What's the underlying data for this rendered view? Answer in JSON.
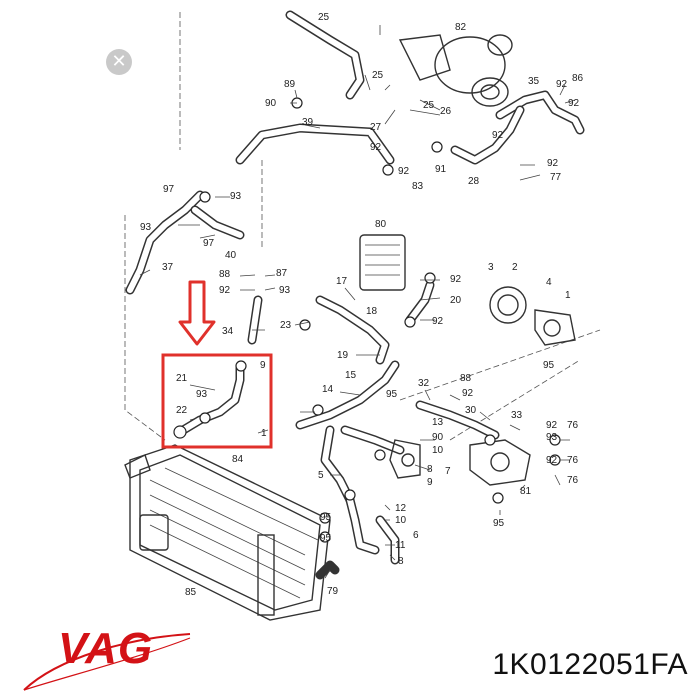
{
  "close_button": {
    "icon": "close-icon",
    "glyph": "✕"
  },
  "brand": {
    "logo_text": "VAG",
    "color": "#d31216"
  },
  "part_number": "1K0122051FA",
  "highlight": {
    "color": "#e0312b"
  },
  "labels": {
    "l25a": "25",
    "l82": "82",
    "l89": "89",
    "l90": "90",
    "l39": "39",
    "l25b": "25",
    "l26": "26",
    "l25c": "25",
    "l27": "27",
    "l35": "35",
    "l92a": "92",
    "l86": "86",
    "l92b": "92",
    "l97a": "97",
    "l93a": "93",
    "l93b": "93",
    "l97b": "97",
    "l40": "40",
    "l37": "37",
    "l92c": "92",
    "l92d": "92",
    "l83": "83",
    "l91": "91",
    "l28": "28",
    "l92e": "92",
    "l92f": "92",
    "l77": "77",
    "l80": "80",
    "l88": "88",
    "l87": "87",
    "l92g": "92",
    "l93c": "93",
    "l17": "17",
    "l92h": "92",
    "l20": "20",
    "l18": "18",
    "l34": "34",
    "l23": "23",
    "l92i": "92",
    "l3": "3",
    "l2": "2",
    "l4": "4",
    "l1": "1",
    "l9": "9",
    "l21": "21",
    "l93d": "93",
    "l22": "22",
    "l1b": "1",
    "l19": "19",
    "l15": "15",
    "l14": "14",
    "l95a": "95",
    "l32": "32",
    "l88b": "88",
    "l92j": "92",
    "l30": "30",
    "l33": "33",
    "l92k": "92",
    "l93e": "93",
    "l76a": "76",
    "l76b": "76",
    "l92l": "92",
    "l13": "13",
    "l90b": "90",
    "l10": "10",
    "l8": "8",
    "l7": "7",
    "l9b": "9",
    "l81": "81",
    "l76c": "76",
    "l84": "84",
    "l5": "5",
    "l95b": "95",
    "l95c": "95",
    "l12": "12",
    "l10b": "10",
    "l6": "6",
    "l11": "11",
    "l8b": "8",
    "l85": "85",
    "l79": "79",
    "l95d": "95",
    "l95e": "95"
  }
}
